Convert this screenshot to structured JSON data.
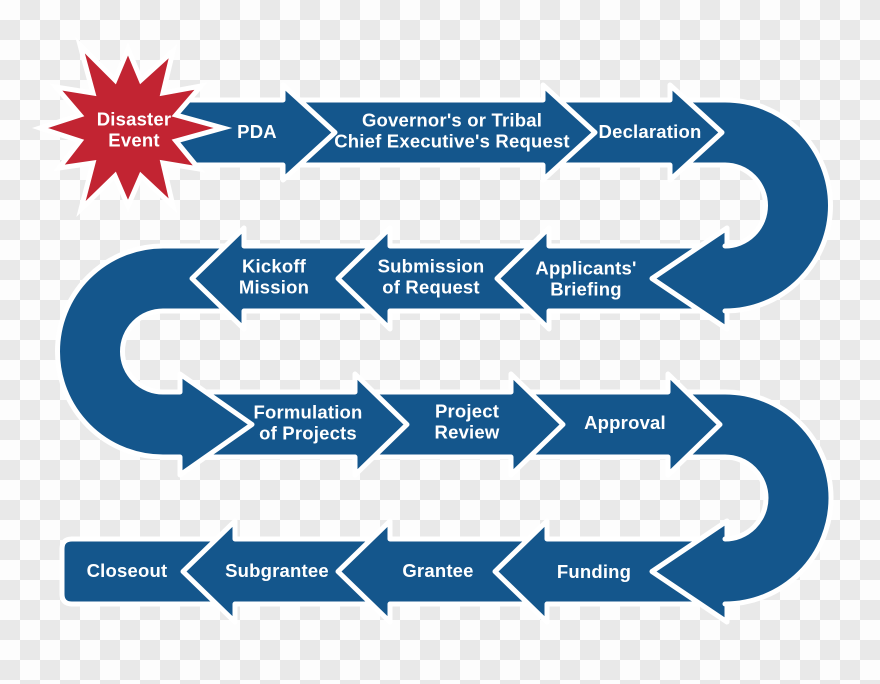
{
  "colors": {
    "arrow_blue": "#14568C",
    "starburst_red": "#C22432",
    "outline_white": "#FFFFFF",
    "label_white": "#FFFFFF",
    "checker_light": "#FDFDFD",
    "checker_gray": "#E9E9E9"
  },
  "start_event": {
    "label": "Disaster\nEvent"
  },
  "steps": [
    {
      "label": "PDA"
    },
    {
      "label": "Governor's or Tribal\nChief Executive's Request"
    },
    {
      "label": "Declaration"
    },
    {
      "label": "Applicants'\nBriefing"
    },
    {
      "label": "Submission\nof Request"
    },
    {
      "label": "Kickoff\nMission"
    },
    {
      "label": "Formulation\nof Projects"
    },
    {
      "label": "Project\nReview"
    },
    {
      "label": "Approval"
    },
    {
      "label": "Funding"
    },
    {
      "label": "Grantee"
    },
    {
      "label": "Subgrantee"
    },
    {
      "label": "Closeout"
    }
  ]
}
